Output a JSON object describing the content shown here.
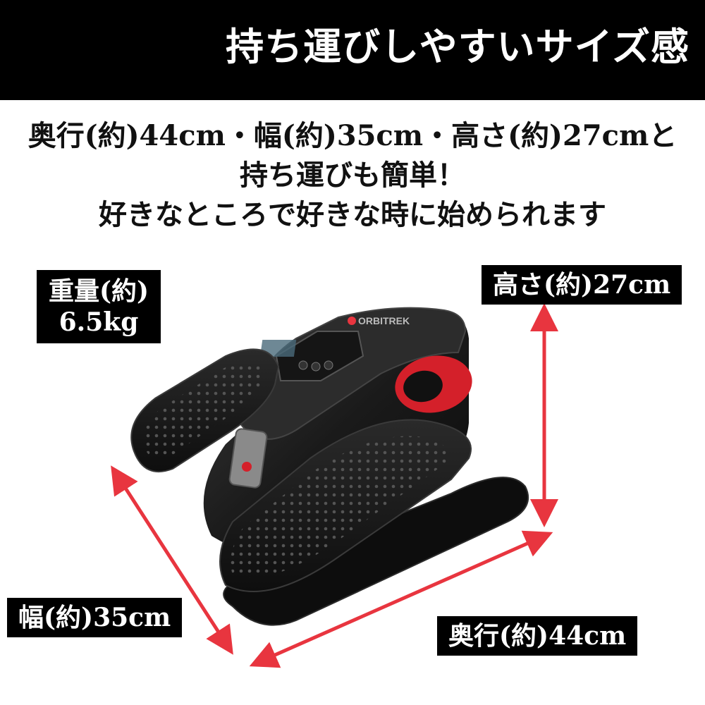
{
  "header": {
    "title": "持ち運びしやすいサイズ感"
  },
  "intro": {
    "lines": [
      "奥行(約)44cm・幅(約)35cm・高さ(約)27cmと",
      "持ち運びも簡単！",
      "好きなところで好きな時に始められます"
    ]
  },
  "labels": {
    "weight_line1": "重量(約)",
    "weight_line2": "6.5kg",
    "height": "高さ(約)27cm",
    "width": "幅(約)35cm",
    "depth": "奥行(約)44cm"
  },
  "product": {
    "brand": "ORBITREK"
  },
  "colors": {
    "accent": "#e8353f",
    "header_bg": "#000000",
    "device_body": "#1a1a1a",
    "device_red": "#d4202a"
  }
}
